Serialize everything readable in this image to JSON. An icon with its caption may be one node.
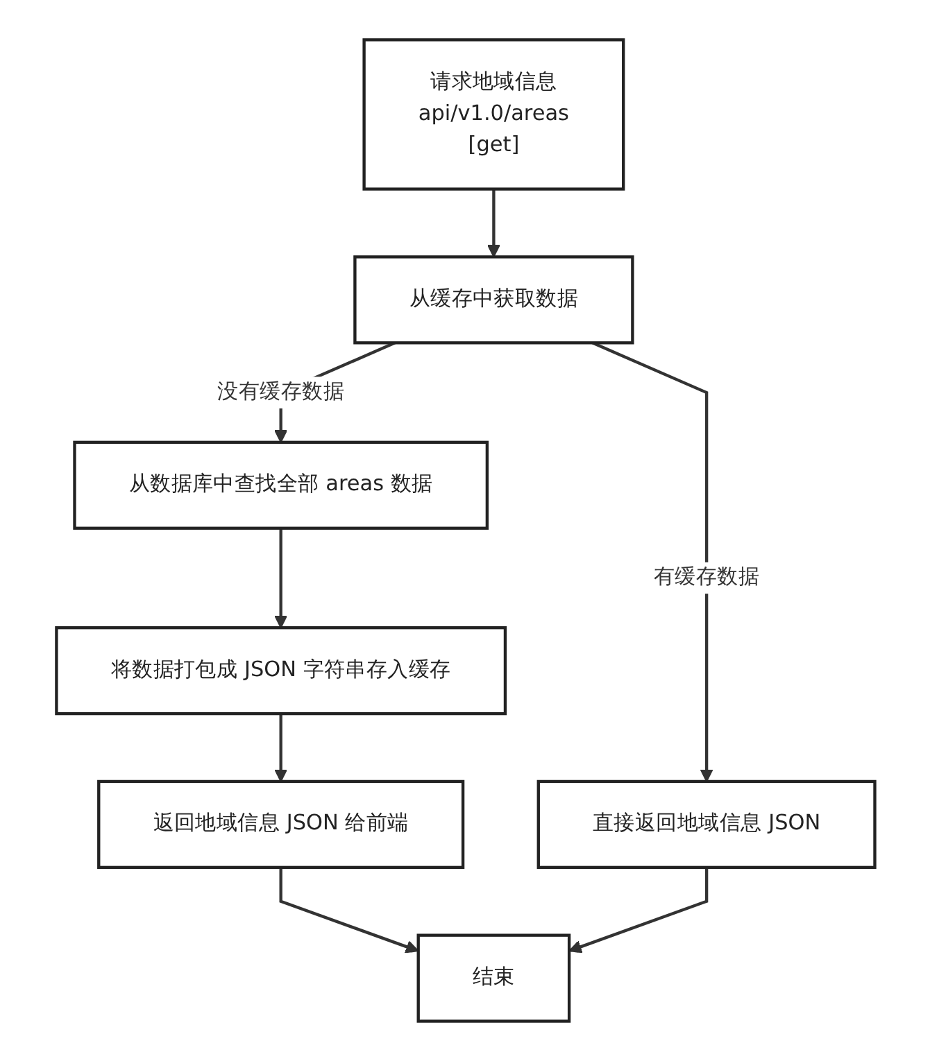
{
  "diagram": {
    "nodes": [
      {
        "text": [
          "请求地域信息",
          "api/v1.0/areas",
          "[get]"
        ]
      },
      {
        "text": [
          "从缓存中获取数据"
        ]
      },
      {
        "text": [
          "直接返回地域信息 JSON"
        ]
      },
      {
        "text": [
          "从数据库中查找全部 areas 数据"
        ]
      },
      {
        "text": [
          "将数据打包成 JSON 字符串存入缓存"
        ]
      },
      {
        "text": [
          "返回地域信息 JSON 给前端"
        ]
      },
      {
        "text": [
          "结束"
        ]
      }
    ],
    "edges": [
      {
        "from": 0,
        "to": 1,
        "arrow": "to"
      },
      {
        "from": 1,
        "to": 2,
        "arrow": "to",
        "label": "有缓存数据"
      },
      {
        "from": 1,
        "to": 3,
        "arrow": "to",
        "label": "没有缓存数据"
      },
      {
        "from": 3,
        "to": 4,
        "arrow": "to"
      },
      {
        "from": 4,
        "to": 5,
        "arrow": "to"
      },
      {
        "from": 5,
        "to": 6,
        "arrow": "to"
      },
      {
        "from": 2,
        "to": 6,
        "arrow": "to"
      }
    ]
  }
}
